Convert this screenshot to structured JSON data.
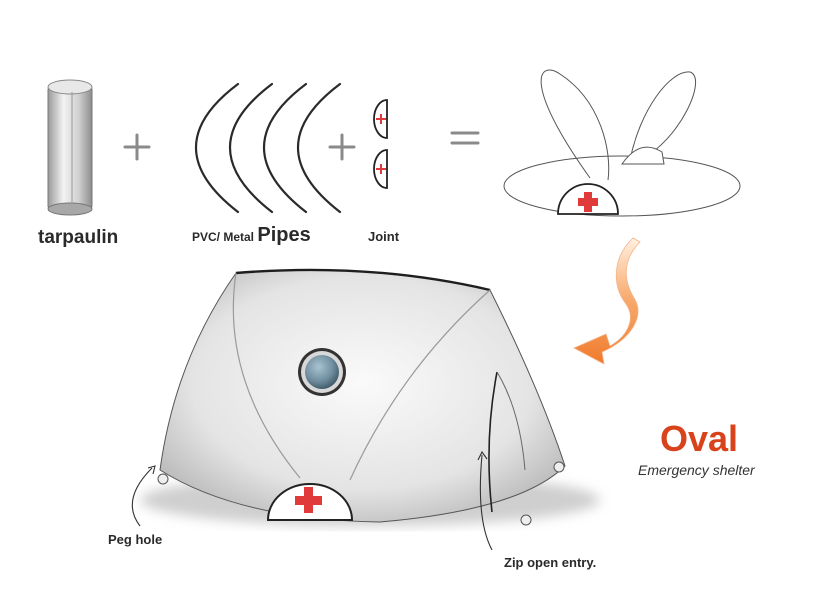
{
  "labels": {
    "tarpaulin": "tarpaulin",
    "pipes_prefix": "PVC/ Metal ",
    "pipes_word": "Pipes",
    "joint": "Joint",
    "peg_hole": "Peg hole",
    "zip_entry": "Zip open entry."
  },
  "operators": {
    "plus": "+",
    "equals": "="
  },
  "product": {
    "name": "Oval",
    "subtitle": "Emergency shelter"
  },
  "colors": {
    "accent": "#d8431c",
    "cross": "#e03a3a",
    "arrow": "#f08a3c",
    "outline": "#222222"
  },
  "icons": [
    "tarpaulin-roll-icon",
    "curved-pipe-icon",
    "joint-icon",
    "red-cross-icon",
    "curved-arrow-icon",
    "window-icon"
  ]
}
